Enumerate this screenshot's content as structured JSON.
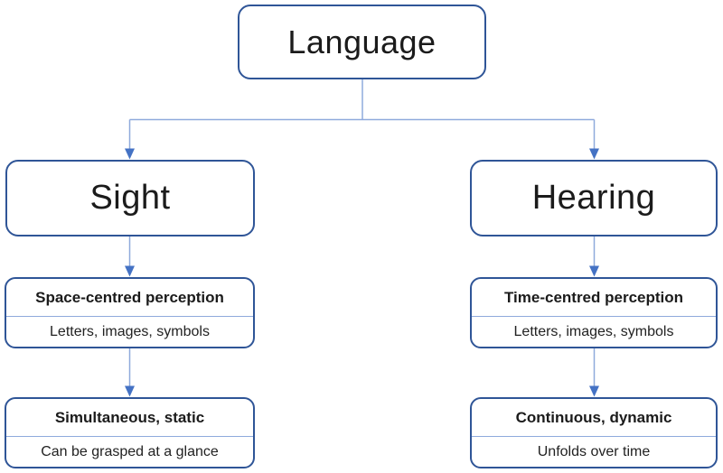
{
  "title": "Language perception diagram",
  "colors": {
    "box_border": "#2F5597",
    "connector_line": "#8FAADC",
    "arrow": "#4472C4",
    "divider": "#8FAADC",
    "text": "#1b1b1b"
  },
  "root": {
    "label": "Language"
  },
  "branches": [
    {
      "label": "Sight",
      "perception": {
        "title": "Space-centred perception",
        "detail": "Letters, images, symbols"
      },
      "quality": {
        "title": "Simultaneous, static",
        "detail": "Can be grasped at a glance"
      }
    },
    {
      "label": "Hearing",
      "perception": {
        "title": "Time-centred perception",
        "detail": "Letters, images, symbols"
      },
      "quality": {
        "title": "Continuous, dynamic",
        "detail": "Unfolds over time"
      }
    }
  ]
}
